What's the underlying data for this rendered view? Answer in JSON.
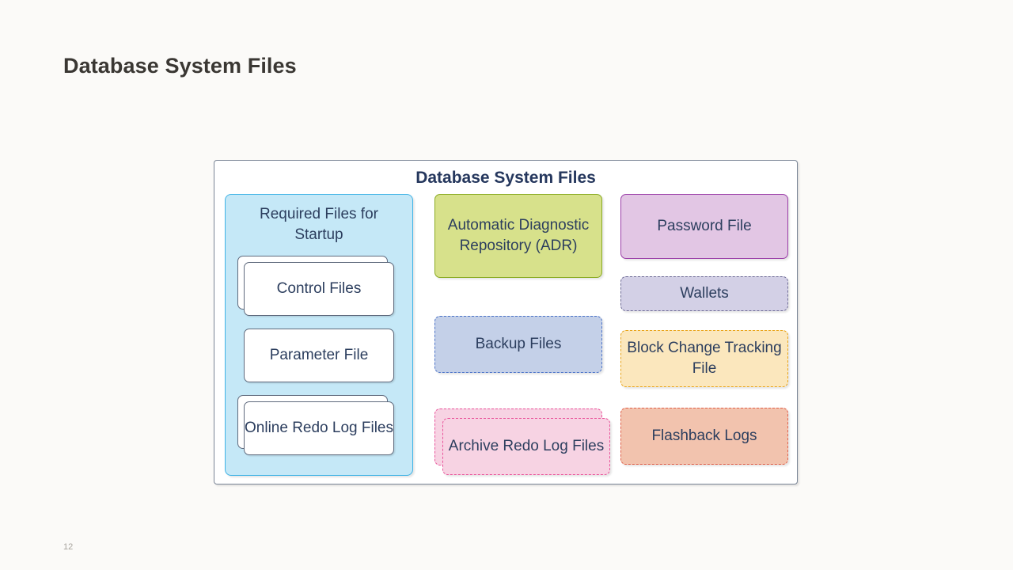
{
  "slide": {
    "title": "Database System Files",
    "page_number": "12",
    "background_color": "#fbfaf8"
  },
  "diagram": {
    "title": "Database System Files",
    "title_color": "#25375d",
    "frame_border_color": "#7a8596",
    "columns": {
      "left": {
        "group": {
          "label": "Required Files for Startup",
          "fill": "#c5e8f7",
          "border": "#3fb3e6",
          "items": [
            {
              "label": "Control Files",
              "style": "stacked",
              "fill": "#ffffff",
              "border": "#5f6a7d"
            },
            {
              "label": "Parameter File",
              "style": "single",
              "fill": "#ffffff",
              "border": "#5f6a7d"
            },
            {
              "label": "Online Redo Log Files",
              "style": "stacked",
              "fill": "#ffffff",
              "border": "#5f6a7d"
            }
          ]
        }
      },
      "middle": {
        "items": [
          {
            "label": "Automatic Diagnostic Repository (ADR)",
            "fill": "#d7e18b",
            "border": "#8aab23",
            "border_style": "solid"
          },
          {
            "label": "Backup Files",
            "fill": "#c4d0e8",
            "border": "#4d74c8",
            "border_style": "dashed"
          },
          {
            "label": "Archive Redo Log Files",
            "fill": "#f7d3e3",
            "border": "#e9549b",
            "border_style": "dashed",
            "stacked": true
          }
        ]
      },
      "right": {
        "items": [
          {
            "label": "Password File",
            "fill": "#e2c6e4",
            "border": "#9b3fa8",
            "border_style": "solid"
          },
          {
            "label": "Wallets",
            "fill": "#d3d0e6",
            "border": "#6f6c96",
            "border_style": "dashed"
          },
          {
            "label": "Block Change Tracking File",
            "fill": "#fbe7bd",
            "border": "#e8a317",
            "border_style": "dashed"
          },
          {
            "label": "Flashback Logs",
            "fill": "#f2c3ae",
            "border": "#e0604a",
            "border_style": "dashed"
          }
        ]
      }
    }
  }
}
